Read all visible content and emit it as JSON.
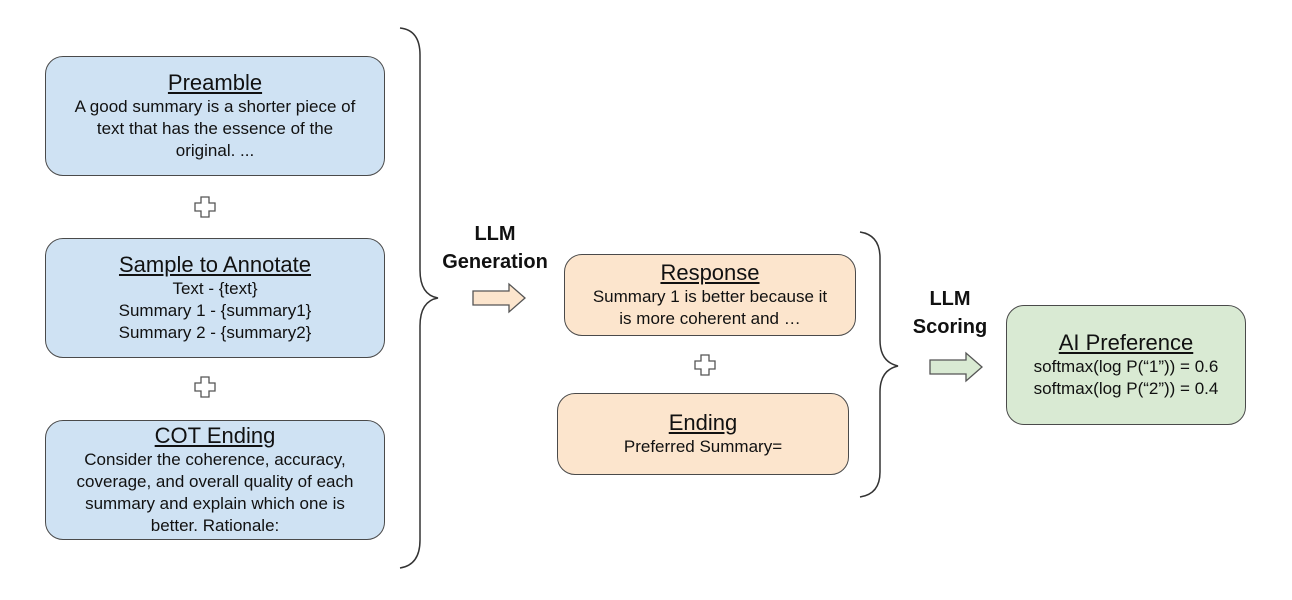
{
  "inputs": {
    "preamble": {
      "title": "Preamble",
      "lines": [
        "A good summary is a shorter piece of",
        "text that has the essence of the",
        "original. ..."
      ]
    },
    "sample": {
      "title": "Sample to Annotate",
      "lines": [
        "Text - {text}",
        "Summary 1 - {summary1}",
        "Summary 2 - {summary2}"
      ]
    },
    "cot": {
      "title": "COT Ending",
      "lines": [
        "Consider the coherence, accuracy,",
        "coverage, and overall quality of each",
        "summary and explain which one is",
        "better. Rationale:"
      ]
    }
  },
  "generation": {
    "label_line1": "LLM",
    "label_line2": "Generation"
  },
  "middle": {
    "response": {
      "title": "Response",
      "lines": [
        "Summary 1 is better because it",
        "is more coherent and …"
      ]
    },
    "ending": {
      "title": "Ending",
      "lines": [
        "Preferred Summary="
      ]
    }
  },
  "scoring": {
    "label_line1": "LLM",
    "label_line2": "Scoring"
  },
  "output": {
    "title": "AI Preference",
    "lines": [
      "softmax(log P(“1”)) = 0.6",
      "softmax(log P(“2”)) = 0.4"
    ]
  },
  "colors": {
    "input_box": "#cfe2f3",
    "middle_box": "#fce5cd",
    "output_box": "#d9ead3",
    "outline": "#4a4a4a"
  }
}
